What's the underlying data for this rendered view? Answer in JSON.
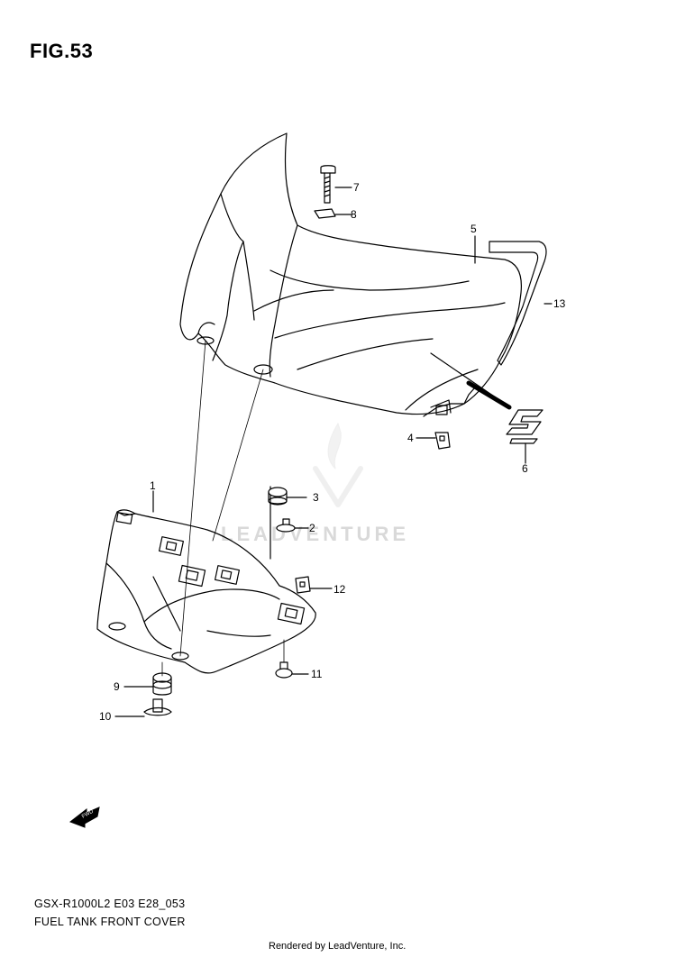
{
  "figure": {
    "title": "FIG.53",
    "code": "GSX-R1000L2 E03 E28_053",
    "name": "FUEL TANK FRONT COVER",
    "credit": "Rendered by LeadVenture, Inc.",
    "watermark": "LEADVENTURE"
  },
  "callouts": {
    "c1": "1",
    "c2": "2",
    "c3": "3",
    "c4": "4",
    "c5": "5",
    "c6": "6",
    "c7": "7",
    "c8": "8",
    "c9": "9",
    "c10": "10",
    "c11": "11",
    "c12": "12",
    "c13": "13"
  },
  "icons": {
    "direction": "fwd-arrow-icon"
  },
  "colors": {
    "line": "#000000",
    "watermark": "#d9d9d9"
  }
}
